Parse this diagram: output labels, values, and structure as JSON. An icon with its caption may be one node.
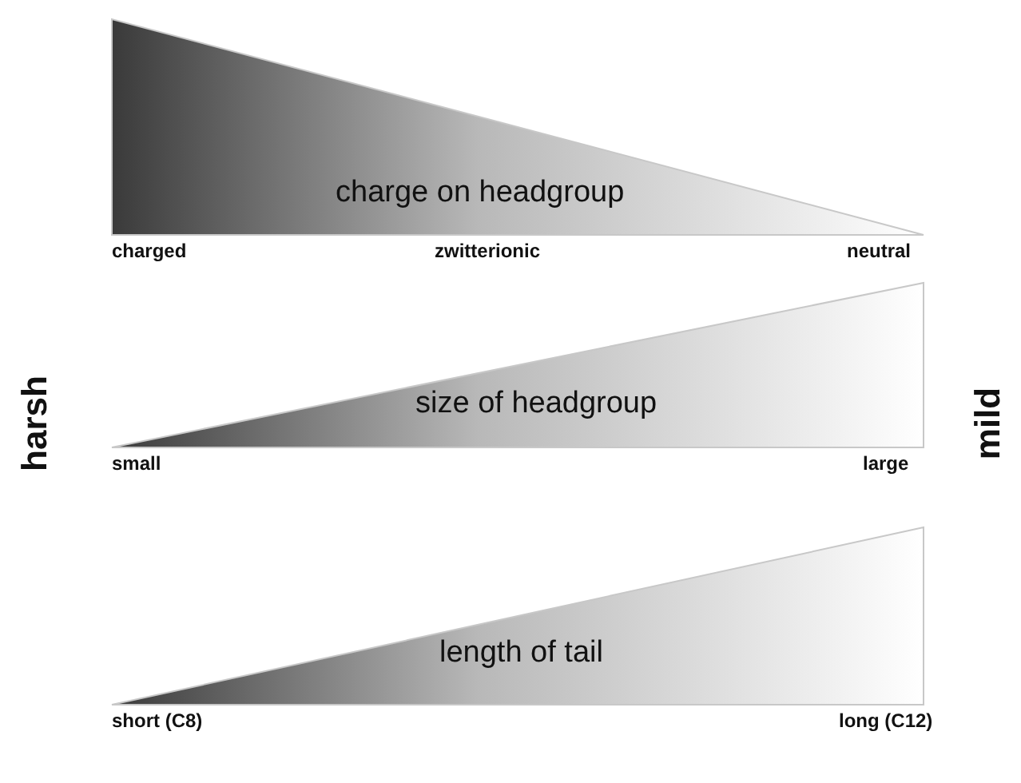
{
  "diagram": {
    "nodes": [
      {
        "text": [
          "charge on headgroup"
        ]
      },
      {
        "text": [
          "size of headgroup"
        ]
      },
      {
        "text": [
          "length of tail"
        ]
      }
    ],
    "labels": [
      "harsh",
      "charged",
      "zwitterionic",
      "neutral",
      "small",
      "large",
      "short (C8)",
      "long (C12)",
      "mild"
    ]
  }
}
